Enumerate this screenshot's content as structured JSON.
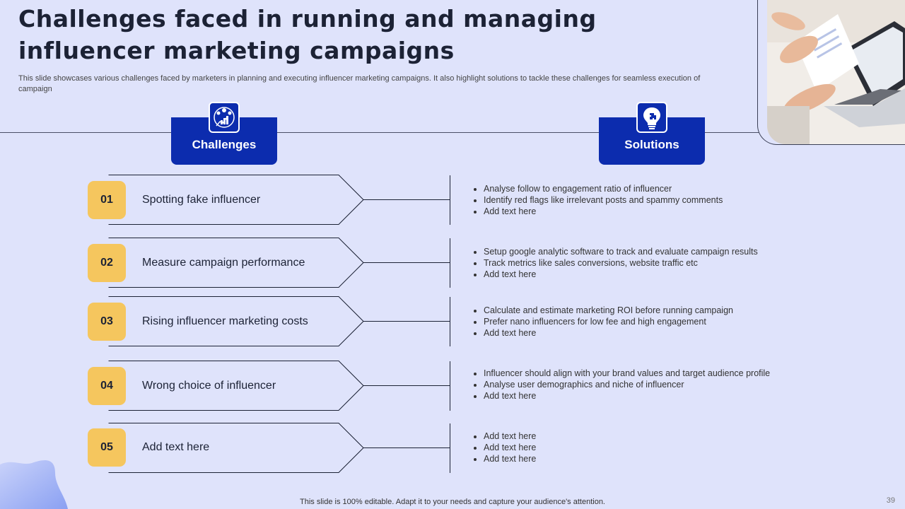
{
  "slide": {
    "title": "Challenges faced in running and managing influencer marketing campaigns",
    "subtitle": "This slide showcases various challenges faced by marketers in planning and executing influencer marketing campaigns. It also highlight solutions to tackle these challenges for seamless execution of campaign",
    "footer": "This slide is 100% editable. Adapt it to your needs and capture your audience's attention.",
    "page_number": "39"
  },
  "headers": {
    "challenges": "Challenges",
    "solutions": "Solutions"
  },
  "rows": [
    {
      "num": "01",
      "challenge": "Spotting fake influencer",
      "solutions": [
        "Analyse follow to engagement ratio of influencer",
        "Identify red flags like irrelevant posts and spammy comments",
        "Add text here"
      ]
    },
    {
      "num": "02",
      "challenge": "Measure campaign performance",
      "solutions": [
        "Setup google analytic software to track and evaluate campaign results",
        "Track metrics like sales conversions, website traffic etc",
        "Add text here"
      ]
    },
    {
      "num": "03",
      "challenge": "Rising influencer marketing costs",
      "solutions": [
        "Calculate and estimate marketing ROI before running campaign",
        "Prefer nano influencers for low fee and high engagement",
        "Add text here"
      ]
    },
    {
      "num": "04",
      "challenge": "Wrong choice of influencer",
      "solutions": [
        "Influencer should align with your brand values and target audience profile",
        "Analyse user demographics and niche of influencer",
        "Add text here"
      ]
    },
    {
      "num": "05",
      "challenge": "Add text here",
      "solutions": [
        "Add text here",
        "Add text here",
        "Add text here"
      ]
    }
  ],
  "colors": {
    "background": "#dfe3fb",
    "header_blue": "#0c2cae",
    "badge_yellow": "#f5c65e",
    "title_dark": "#1c2235"
  },
  "icons": {
    "challenges": "team-analytics-icon",
    "solutions": "lightbulb-puzzle-icon"
  }
}
